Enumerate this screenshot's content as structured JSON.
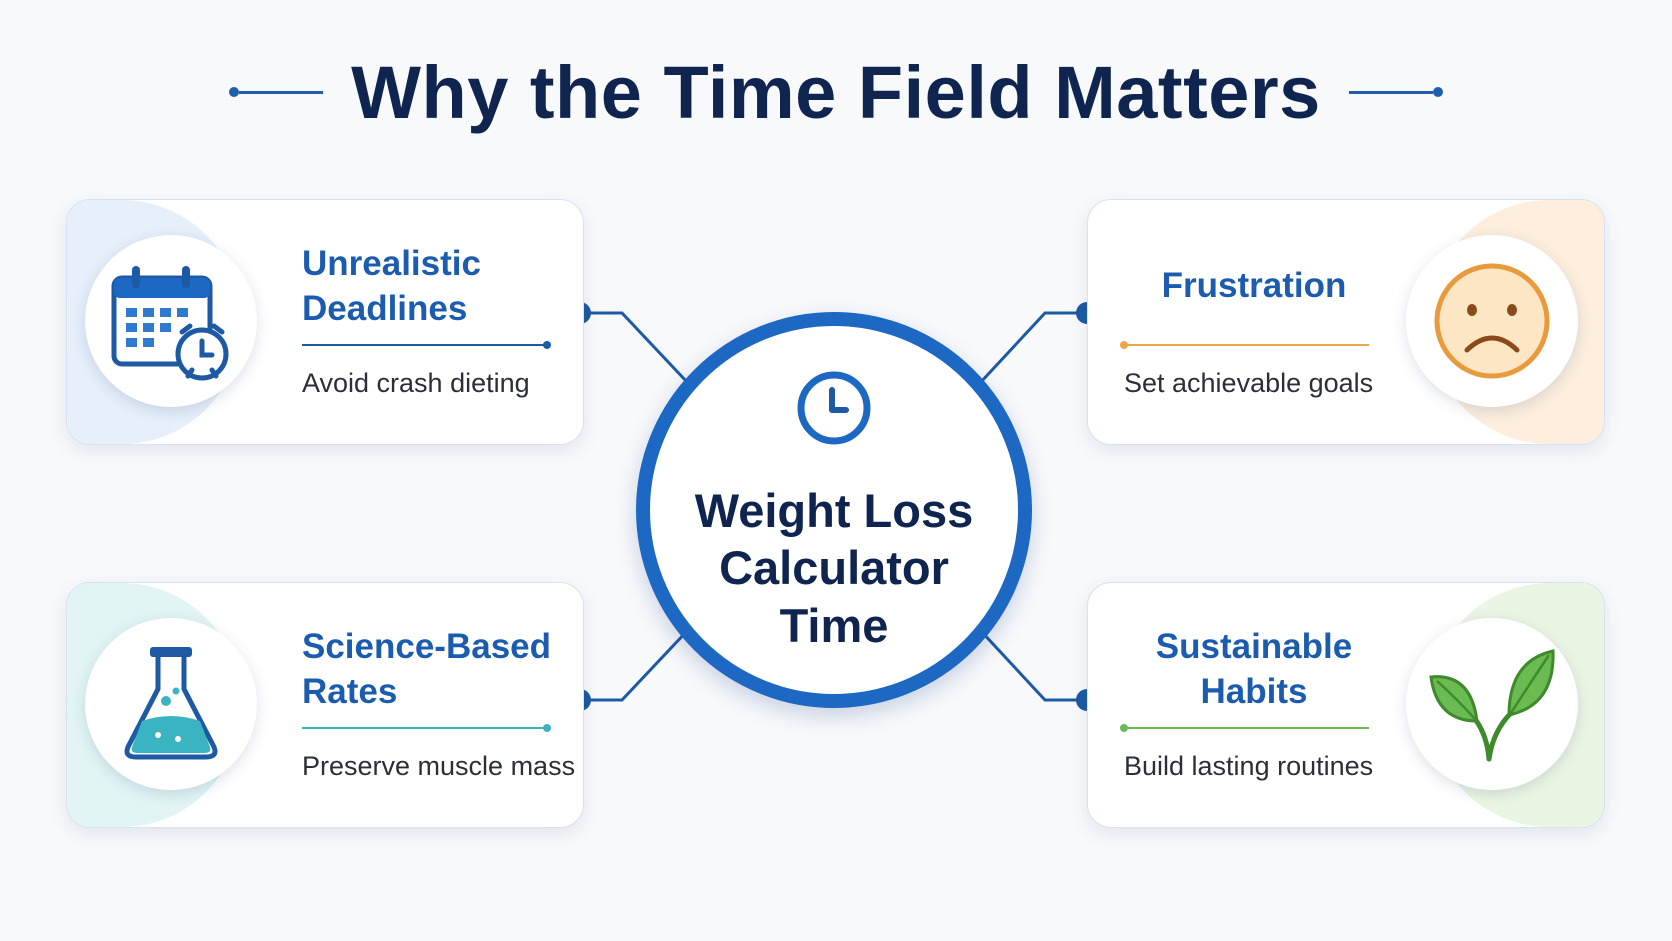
{
  "header": {
    "title": "Why the Time Field Matters"
  },
  "center": {
    "line1": "Weight Loss",
    "line2": "Calculator",
    "line3": "Time",
    "icon": "clock-icon"
  },
  "cards": [
    {
      "id": "unrealistic-deadlines",
      "title_line1": "Unrealistic",
      "title_line2": "Deadlines",
      "subtitle": "Avoid crash dieting",
      "icon": "calendar-alarm-icon",
      "accent": "#1c5cae"
    },
    {
      "id": "frustration",
      "title_line1": "Frustration",
      "title_line2": "",
      "subtitle": "Set achievable goals",
      "icon": "sad-face-icon",
      "accent": "#f0a44b"
    },
    {
      "id": "science-based-rates",
      "title_line1": "Science-Based",
      "title_line2": "Rates",
      "subtitle": "Preserve muscle mass",
      "icon": "flask-icon",
      "accent": "#3bb4c1"
    },
    {
      "id": "sustainable-habits",
      "title_line1": "Sustainable",
      "title_line2": "Habits",
      "subtitle": "Build lasting routines",
      "icon": "leaves-icon",
      "accent": "#6cbb52"
    }
  ],
  "colors": {
    "primary_blue": "#1d68c3",
    "title_navy": "#0f2550",
    "card_title_blue": "#1c5cae",
    "frustration_orange": "#f0a44b",
    "science_teal": "#3bb4c1",
    "habits_green": "#6cbb52"
  }
}
